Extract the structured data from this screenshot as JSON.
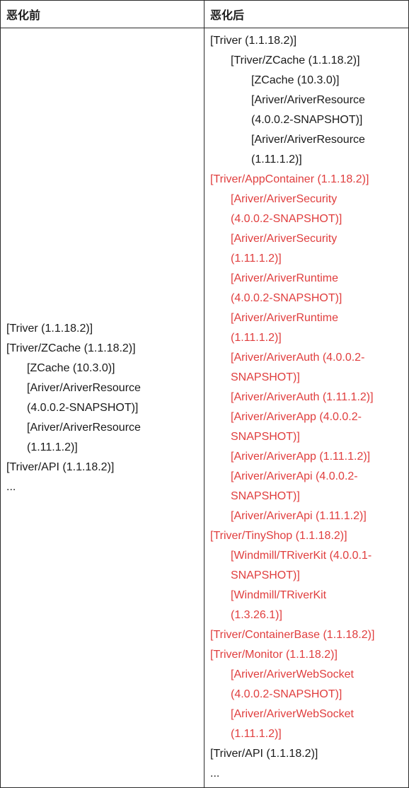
{
  "headers": {
    "before": "恶化前",
    "after": "恶化后"
  },
  "before": [
    {
      "text": "[Triver (1.1.18.2)]",
      "indent": 0,
      "red": false
    },
    {
      "text": "[Triver/ZCache (1.1.18.2)]",
      "indent": 0,
      "red": false
    },
    {
      "text": "[ZCache (10.3.0)]",
      "indent": 1,
      "red": false
    },
    {
      "text": "[Ariver/AriverResource",
      "indent": 1,
      "red": false
    },
    {
      "text": "(4.0.0.2-SNAPSHOT)]",
      "indent": 1,
      "red": false
    },
    {
      "text": "[Ariver/AriverResource",
      "indent": 1,
      "red": false
    },
    {
      "text": "(1.11.1.2)]",
      "indent": 1,
      "red": false
    },
    {
      "text": "[Triver/API (1.1.18.2)]",
      "indent": 0,
      "red": false
    },
    {
      "text": "...",
      "indent": 0,
      "red": false
    }
  ],
  "after": [
    {
      "text": "[Triver (1.1.18.2)]",
      "indent": 0,
      "red": false
    },
    {
      "text": "[Triver/ZCache (1.1.18.2)]",
      "indent": 1,
      "red": false
    },
    {
      "text": "[ZCache (10.3.0)]",
      "indent": 2,
      "red": false
    },
    {
      "text": "[Ariver/AriverResource",
      "indent": 2,
      "red": false
    },
    {
      "text": "(4.0.0.2-SNAPSHOT)]",
      "indent": 2,
      "red": false
    },
    {
      "text": "[Ariver/AriverResource",
      "indent": 2,
      "red": false
    },
    {
      "text": "(1.11.1.2)]",
      "indent": 2,
      "red": false
    },
    {
      "text": "[Triver/AppContainer (1.1.18.2)]",
      "indent": 0,
      "red": true
    },
    {
      "text": "[Ariver/AriverSecurity",
      "indent": 1,
      "red": true
    },
    {
      "text": "(4.0.0.2-SNAPSHOT)]",
      "indent": 1,
      "red": true
    },
    {
      "text": "[Ariver/AriverSecurity",
      "indent": 1,
      "red": true
    },
    {
      "text": "(1.11.1.2)]",
      "indent": 1,
      "red": true
    },
    {
      "text": "[Ariver/AriverRuntime",
      "indent": 1,
      "red": true
    },
    {
      "text": "(4.0.0.2-SNAPSHOT)]",
      "indent": 1,
      "red": true
    },
    {
      "text": "[Ariver/AriverRuntime",
      "indent": 1,
      "red": true
    },
    {
      "text": "(1.11.1.2)]",
      "indent": 1,
      "red": true
    },
    {
      "text": "[Ariver/AriverAuth (4.0.0.2-",
      "indent": 1,
      "red": true
    },
    {
      "text": "SNAPSHOT)]",
      "indent": 1,
      "red": true
    },
    {
      "text": "[Ariver/AriverAuth (1.11.1.2)]",
      "indent": 1,
      "red": true
    },
    {
      "text": "[Ariver/AriverApp (4.0.0.2-",
      "indent": 1,
      "red": true
    },
    {
      "text": "SNAPSHOT)]",
      "indent": 1,
      "red": true
    },
    {
      "text": "[Ariver/AriverApp (1.11.1.2)]",
      "indent": 1,
      "red": true
    },
    {
      "text": "[Ariver/AriverApi (4.0.0.2-",
      "indent": 1,
      "red": true
    },
    {
      "text": "SNAPSHOT)]",
      "indent": 1,
      "red": true
    },
    {
      "text": "[Ariver/AriverApi (1.11.1.2)]",
      "indent": 1,
      "red": true
    },
    {
      "text": "[Triver/TinyShop (1.1.18.2)]",
      "indent": 0,
      "red": true
    },
    {
      "text": "[Windmill/TRiverKit (4.0.0.1-",
      "indent": 1,
      "red": true
    },
    {
      "text": "SNAPSHOT)]",
      "indent": 1,
      "red": true
    },
    {
      "text": "[Windmill/TRiverKit",
      "indent": 1,
      "red": true
    },
    {
      "text": "(1.3.26.1)]",
      "indent": 1,
      "red": true
    },
    {
      "text": "[Triver/ContainerBase (1.1.18.2)]",
      "indent": 0,
      "red": true
    },
    {
      "text": "[Triver/Monitor (1.1.18.2)]",
      "indent": 0,
      "red": true
    },
    {
      "text": "[Ariver/AriverWebSocket",
      "indent": 1,
      "red": true
    },
    {
      "text": "(4.0.0.2-SNAPSHOT)]",
      "indent": 1,
      "red": true
    },
    {
      "text": "[Ariver/AriverWebSocket",
      "indent": 1,
      "red": true
    },
    {
      "text": "(1.11.1.2)]",
      "indent": 1,
      "red": true
    },
    {
      "text": "[Triver/API (1.1.18.2)]",
      "indent": 0,
      "red": false
    },
    {
      "text": "...",
      "indent": 0,
      "red": false
    }
  ],
  "colors": {
    "highlight": "#e03e3e",
    "text": "#1a1a1a",
    "border": "#2b2b2b"
  }
}
